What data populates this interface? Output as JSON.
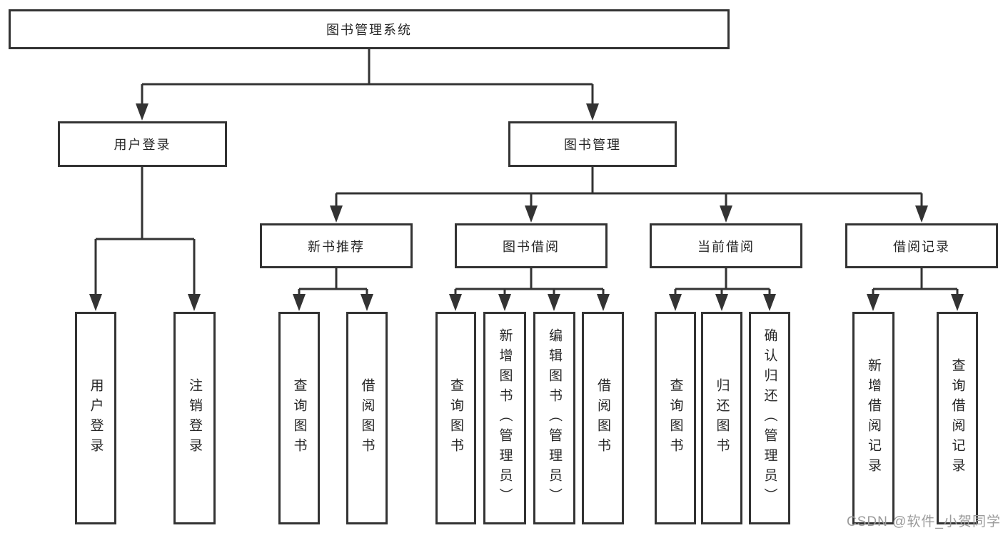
{
  "diagram": {
    "tree": {
      "root": {
        "label": "图书管理系统"
      },
      "children": [
        {
          "label": "用户登录",
          "children": [
            {
              "label": "用户登录"
            },
            {
              "label": "注销登录"
            }
          ]
        },
        {
          "label": "图书管理",
          "children": [
            {
              "label": "新书推荐",
              "children": [
                {
                  "label": "查询图书"
                },
                {
                  "label": "借阅图书"
                }
              ]
            },
            {
              "label": "图书借阅",
              "children": [
                {
                  "label": "查询图书"
                },
                {
                  "label": "新增图书（管理员）"
                },
                {
                  "label": "编辑图书（管理员）"
                },
                {
                  "label": "借阅图书"
                }
              ]
            },
            {
              "label": "当前借阅",
              "children": [
                {
                  "label": "查询图书"
                },
                {
                  "label": "归还图书"
                },
                {
                  "label": "确认归还（管理员）"
                }
              ]
            },
            {
              "label": "借阅记录",
              "children": [
                {
                  "label": "新增借阅记录"
                },
                {
                  "label": "查询借阅记录"
                }
              ]
            }
          ]
        }
      ]
    },
    "colors": {
      "line": "#333333",
      "box_border": "#333333",
      "text": "#262626",
      "background": "#ffffff",
      "watermark": "#9b9b9b"
    }
  },
  "watermark": {
    "text": "CSDN @软件_小贺同学"
  }
}
